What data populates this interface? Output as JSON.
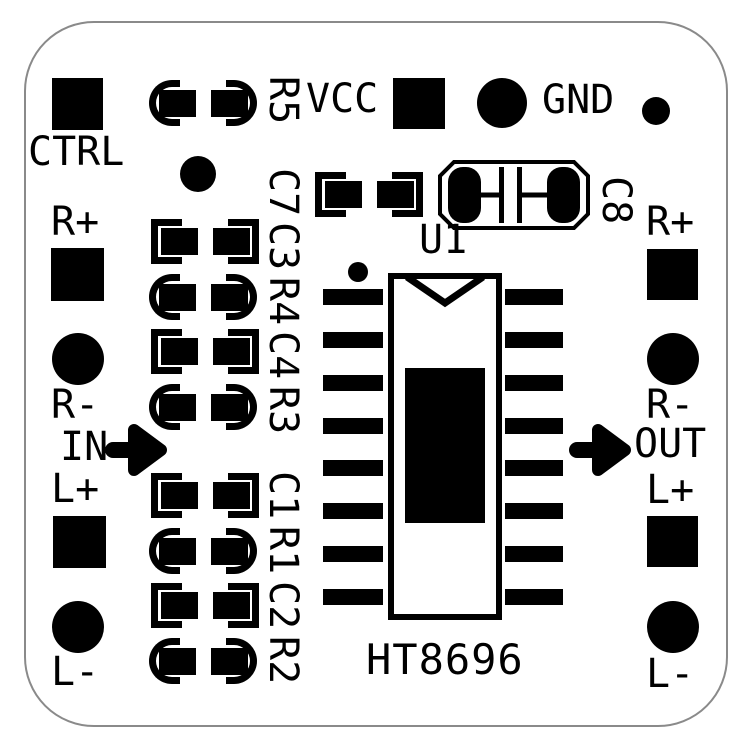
{
  "title": "HT8696 PCB silkscreen layout",
  "colors": {
    "silkscreen": "#000000",
    "background": "#ffffff",
    "board_outline": "#8a8a8a"
  },
  "board": {
    "ic": {
      "refdes": "U1",
      "part_number": "HT8696"
    },
    "terminals": {
      "ctrl": "CTRL",
      "vcc": "VCC",
      "gnd": "GND",
      "in": "IN",
      "out": "OUT",
      "r_plus": "R+",
      "r_minus": "R-",
      "l_plus": "L+",
      "l_minus": "L-"
    },
    "passives": {
      "r5": "R5",
      "c7": "C7",
      "c3": "C3",
      "r4": "R4",
      "c4": "C4",
      "r3": "R3",
      "c1": "C1",
      "r1": "R1",
      "c2": "C2",
      "r2": "R2",
      "c8": "C8"
    }
  }
}
